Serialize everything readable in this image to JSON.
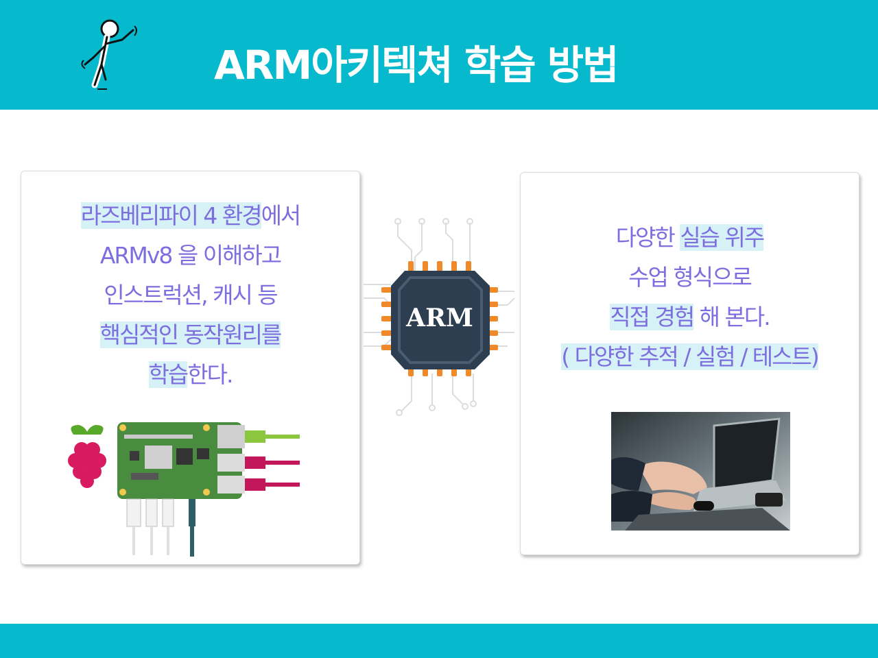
{
  "header": {
    "title": "ARM아키텍쳐 학습 방법"
  },
  "chip": {
    "label": "ARM"
  },
  "left_card": {
    "lines": [
      {
        "highlight": "라즈베리파이 4 환경",
        "rest": "에서"
      },
      {
        "highlight": "",
        "rest": "ARMv8 을 이해하고"
      },
      {
        "highlight": "",
        "rest": "인스트럭션, 캐시 등"
      },
      {
        "highlight": "핵심적인 동작원리를",
        "rest": ""
      },
      {
        "highlight": "학습",
        "rest": "한다."
      }
    ]
  },
  "right_card": {
    "lines": [
      {
        "pre": "다양한 ",
        "highlight": "실습 위주",
        "rest": ""
      },
      {
        "pre": "수업 형식으로",
        "highlight": "",
        "rest": ""
      },
      {
        "pre": "",
        "highlight": "직접 경험",
        "rest": " 해 본다."
      },
      {
        "pre": "",
        "highlight": "( 다양한 추적 / 실험 / 테스트)",
        "rest": ""
      }
    ]
  },
  "colors": {
    "header_bg": "#07b9cc",
    "text_purple": "#7d6ee0",
    "highlight_bg": "#d6f2f6",
    "chip_body": "#2c3e50",
    "chip_pins": "#f0892a",
    "board_green": "#4a8c3f",
    "raspberry": "#d81b60"
  },
  "icons": [
    "stick-figure-icon",
    "chip-icon",
    "raspberry-pi-logo-icon",
    "raspberry-pi-board-icon",
    "laptop-photo"
  ]
}
